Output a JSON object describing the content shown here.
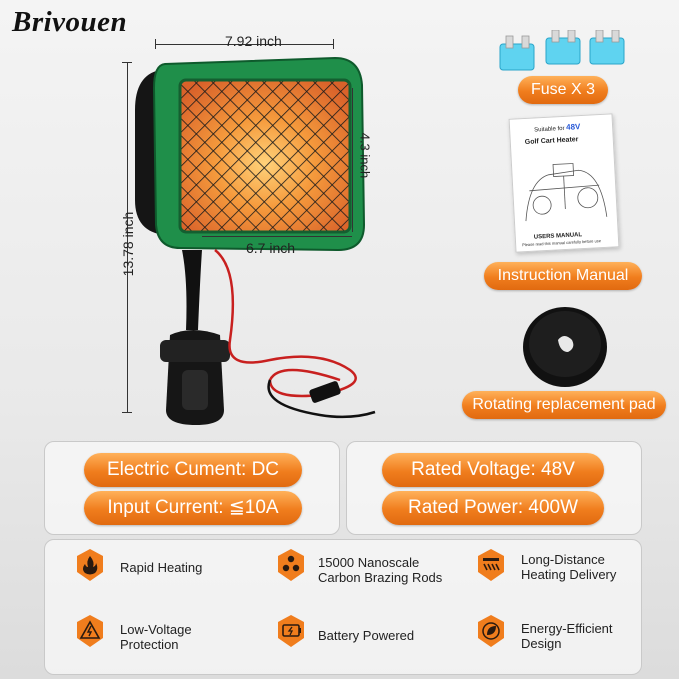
{
  "brand": "Brivouen",
  "dimensions": {
    "width_top": "7.92 inch",
    "height_total": "13.78 inch",
    "grill_height": "4.3 inch",
    "grill_width": "6.7 inch"
  },
  "accessories": {
    "fuse_label": "Fuse X 3",
    "manual_label": "Instruction Manual",
    "pad_label": "Rotating replacement pad",
    "manual_doc": {
      "suitable_prefix": "Suitable for",
      "suitable_value": "48V",
      "title": "Golf Cart Heater",
      "footer_title": "USERS MANUAL",
      "footer_note": "Please read this manual carefully before use"
    }
  },
  "specs": {
    "electric_current": "Electric Cument: DC",
    "input_current": "Input Current: ≦10A",
    "rated_voltage": "Rated Voltage: 48V",
    "rated_power": "Rated Power: 400W"
  },
  "features": [
    {
      "icon": "flame-icon",
      "text": "Rapid Heating"
    },
    {
      "icon": "carbon-rods-icon",
      "text": "15000 Nanoscale\nCarbon Brazing Rods"
    },
    {
      "icon": "heat-waves-icon",
      "text": "Long-Distance\nHeating Delivery"
    },
    {
      "icon": "voltage-warning-icon",
      "text": "Low-Voltage\nProtection"
    },
    {
      "icon": "battery-icon",
      "text": "Battery Powered"
    },
    {
      "icon": "leaf-icon",
      "text": "Energy-Efficient\nDesign"
    }
  ],
  "colors": {
    "accent_orange": "#f07d1d",
    "heater_green": "#1f8f4a",
    "grill_glow": "#f59a3c"
  }
}
